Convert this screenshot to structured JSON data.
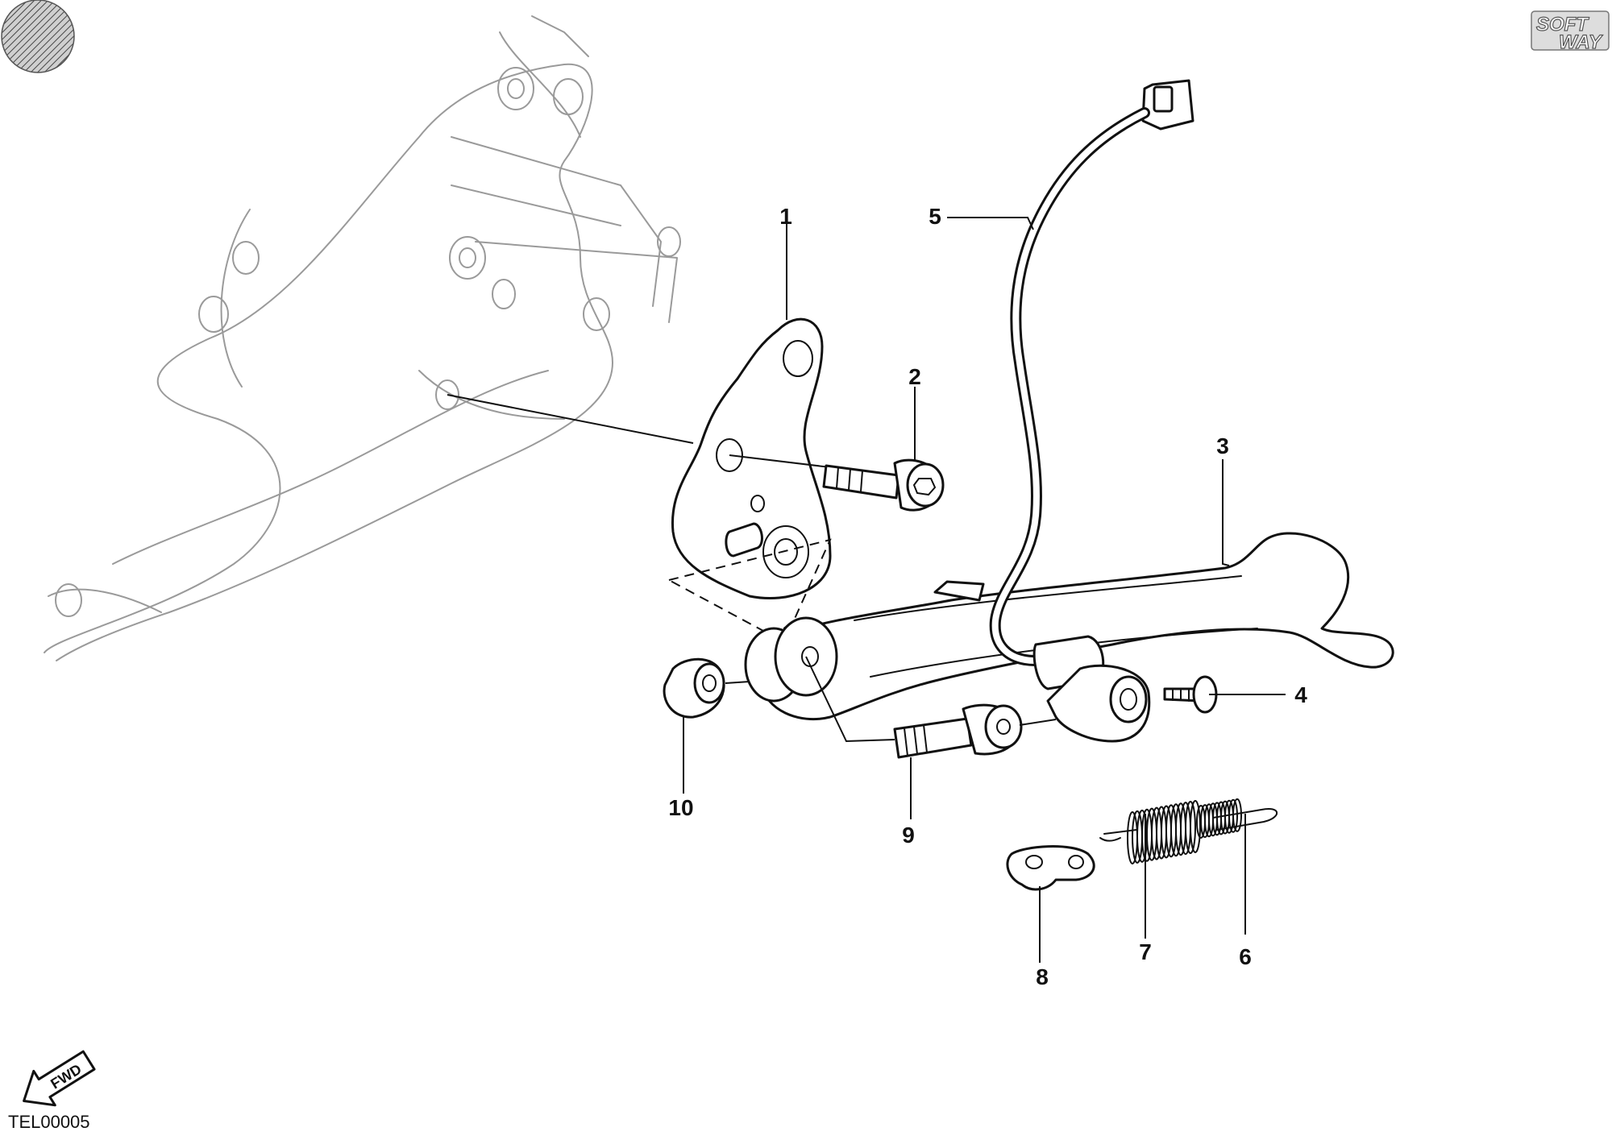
{
  "drawing_code": "TEL00005",
  "brand_logo": {
    "line1": "SOFT",
    "line2": "WAY"
  },
  "fwd_label": "FWD",
  "callouts": [
    {
      "id": "1",
      "label": "1"
    },
    {
      "id": "2",
      "label": "2"
    },
    {
      "id": "3",
      "label": "3"
    },
    {
      "id": "4",
      "label": "4"
    },
    {
      "id": "5",
      "label": "5"
    },
    {
      "id": "6",
      "label": "6"
    },
    {
      "id": "7",
      "label": "7"
    },
    {
      "id": "8",
      "label": "8"
    },
    {
      "id": "9",
      "label": "9"
    },
    {
      "id": "10",
      "label": "10"
    }
  ],
  "colors": {
    "ink": "#111111",
    "ghost": "#9a9a9a"
  },
  "icons": {
    "corner_marker": "hatched-circle-icon",
    "direction": "fwd-arrow-icon"
  }
}
